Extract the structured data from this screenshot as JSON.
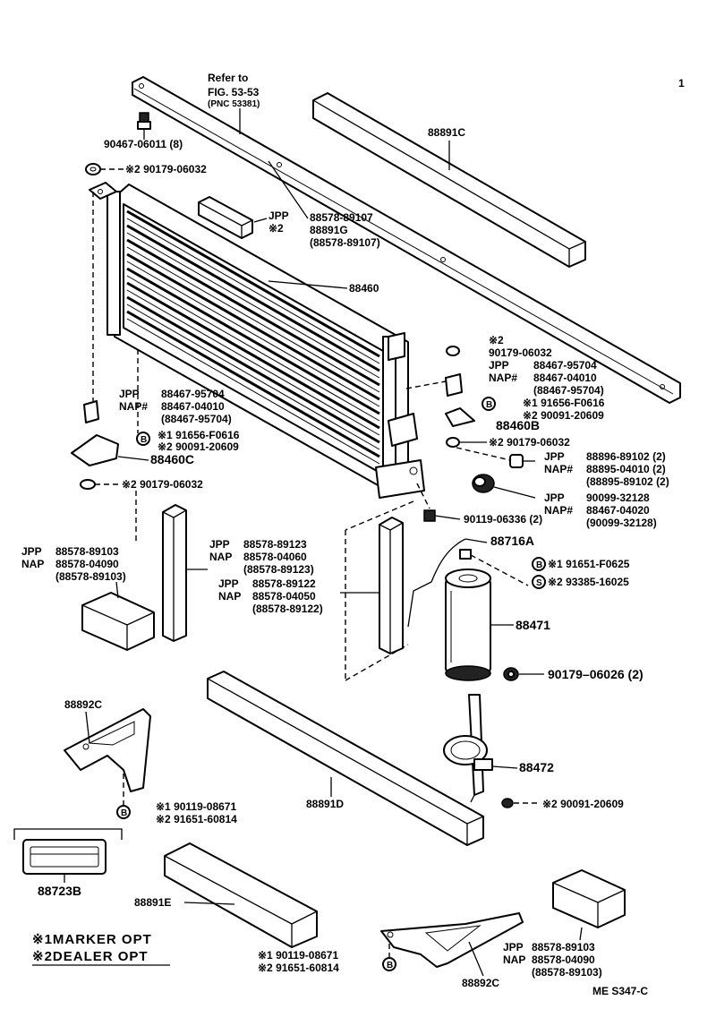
{
  "ref": {
    "line1": "Refer  to",
    "line2": "FIG. 53-53",
    "line3": "(PNC  53381)"
  },
  "corner_mark": "1",
  "labels": {
    "bolt_top": "90467-06011 (8)",
    "cushion_top": "※2 90179-06032",
    "part_88891C": "88891C",
    "jpp_pad": {
      "l1": "JPP",
      "l2": "※2"
    },
    "seal_upper": {
      "l1": "88578-89107",
      "l2": "88891G",
      "l3": "(88578-89107)"
    },
    "condenser": "88460",
    "right_stack": {
      "mark": "※2",
      "num": "90179-06032",
      "jpp": "JPP",
      "jpp_num": "88467-95704",
      "nap": "NAP#",
      "nap_num": "88467-04010",
      "paren": "(88467-95704)",
      "s1": "※1 91656-F0616",
      "s2": "※2 90091-20609"
    },
    "part_88460B": "88460B",
    "right_cushion2": "※2 90179-06032",
    "left_stack": {
      "jpp": "JPP",
      "jpp_num": "88467-95704",
      "nap": "NAP#",
      "nap_num": "88467-04010",
      "paren": "(88467-95704)",
      "s1": "※1 91656-F0616",
      "s2": "※2 90091-20609"
    },
    "part_88460C": "88460C",
    "left_cushion2": "※2 90179-06032",
    "screw_right": {
      "jpp": "JPP",
      "jpp_num": "88896-89102 (2)",
      "nap": "NAP#",
      "nap_num": "88895-04010 (2)",
      "paren": "(88895-89102 (2)"
    },
    "mount_right": {
      "jpp": "JPP",
      "jpp_num": "90099-32128",
      "nap": "NAP#",
      "nap_num": "88467-04020",
      "paren": "(90099-32128)"
    },
    "bolt_mid": "90119-06336 (2)",
    "tube": "88716A",
    "tube_b": "※1  91651-F0625",
    "tube_s": "※2 93385-16025",
    "seal_left": {
      "jpp": "JPP",
      "jpp_num": "88578-89103",
      "nap": "NAP",
      "nap_num": "88578-04090",
      "paren": "(88578-89103)"
    },
    "seal_mid1": {
      "jpp": "JPP",
      "jpp_num": "88578-89123",
      "nap": "NAP",
      "nap_num": "88578-04060",
      "paren": "(88578-89123)"
    },
    "seal_mid2": {
      "jpp": "JPP",
      "jpp_num": "88578-89122",
      "nap": "NAP",
      "nap_num": "88578-04050",
      "paren": "(88578-89122)"
    },
    "receiver": "88471",
    "cushion_bottom": "90179–06026 (2)",
    "part_88892C_left": "88892C",
    "bracket_screws_left": {
      "l1": "※1 90119-08671",
      "l2": "※2 91651-60814"
    },
    "part_88891D": "88891D",
    "part_88472": "88472",
    "screw_88472": "※2 90091-20609",
    "part_88723B": "88723B",
    "part_88891E": "88891E",
    "bracket_screws_bottom": {
      "l1": "※1 90119-08671",
      "l2": "※2 91651-60814"
    },
    "part_88892C_bottom": "88892C",
    "seal_bottom_right": {
      "jpp": "JPP",
      "jpp_num": "88578-89103",
      "nap": "NAP",
      "nap_num": "88578-04090",
      "paren": "(88578-89103)"
    }
  },
  "legend": {
    "line1": "※1MARKER  OPT",
    "line2": "※2DEALER  OPT"
  },
  "footer_code": "ME  S347-C"
}
